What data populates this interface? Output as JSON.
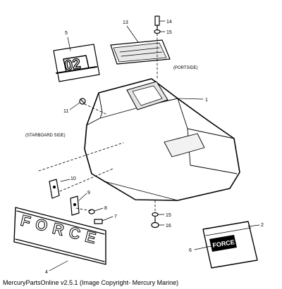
{
  "diagram": {
    "callouts": {
      "n1": "1",
      "n2": "2",
      "n4": "4",
      "n5": "5",
      "n6": "6",
      "n7": "7",
      "n8": "8",
      "n9": "9",
      "n10": "10",
      "n11": "11",
      "n13": "13",
      "n14": "14",
      "n15a": "15",
      "n15b": "15",
      "n16": "16"
    },
    "notes": {
      "portside": "(PORTSIDE)",
      "starboard": "(STARBOARD SIDE)"
    },
    "decals": {
      "side_text": "FORCE",
      "small_text": "FORCE",
      "number_text": "02"
    }
  },
  "footer": {
    "caption": "MercuryPartsOnline v2.5.1 (Image Copyright- Mercury Marine)"
  }
}
